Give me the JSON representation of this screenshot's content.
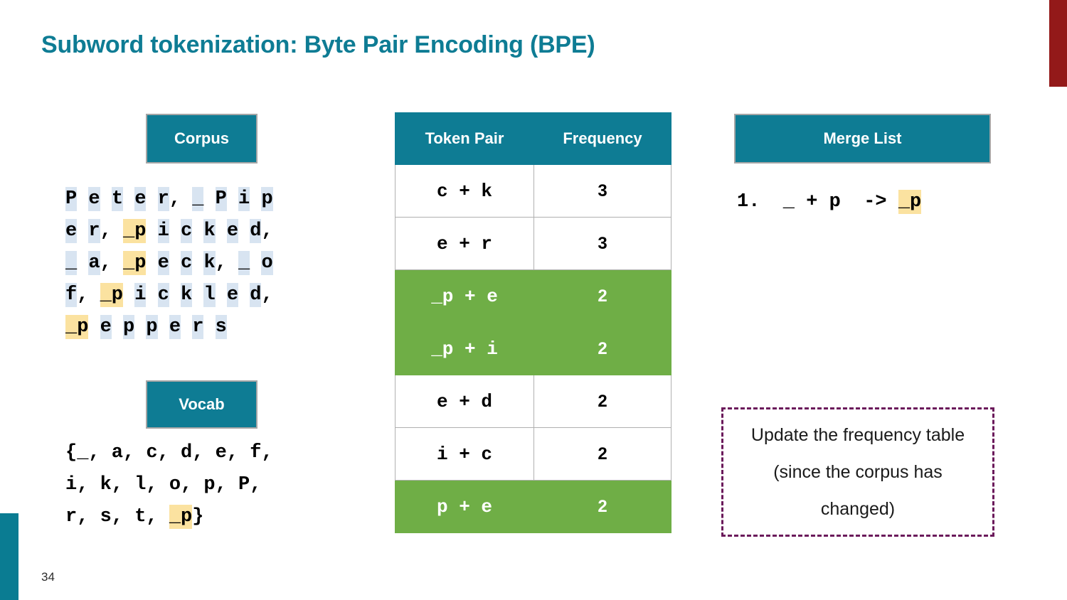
{
  "slide": {
    "title": "Subword tokenization: Byte Pair Encoding (BPE)",
    "page_number": "34",
    "accent_teal": "#0E7C94",
    "accent_red": "#931919",
    "highlight_blue": "#D8E4F1",
    "highlight_yellow": "#FBE2A0",
    "row_green": "#6FAE46",
    "note_border": "#6B1A5B"
  },
  "corpus": {
    "header": "Corpus",
    "lines": [
      [
        {
          "t": "P",
          "h": "blue"
        },
        {
          "t": " ",
          "h": "none"
        },
        {
          "t": "e",
          "h": "blue"
        },
        {
          "t": " ",
          "h": "none"
        },
        {
          "t": "t",
          "h": "blue"
        },
        {
          "t": " ",
          "h": "none"
        },
        {
          "t": "e",
          "h": "blue"
        },
        {
          "t": " ",
          "h": "none"
        },
        {
          "t": "r",
          "h": "blue"
        },
        {
          "t": ", ",
          "h": "none"
        },
        {
          "t": "_",
          "h": "blue"
        },
        {
          "t": " ",
          "h": "none"
        },
        {
          "t": "P",
          "h": "blue"
        },
        {
          "t": " ",
          "h": "none"
        },
        {
          "t": "i",
          "h": "blue"
        },
        {
          "t": " ",
          "h": "none"
        },
        {
          "t": "p",
          "h": "blue"
        }
      ],
      [
        {
          "t": "e",
          "h": "blue"
        },
        {
          "t": " ",
          "h": "none"
        },
        {
          "t": "r",
          "h": "blue"
        },
        {
          "t": ", ",
          "h": "none"
        },
        {
          "t": "_p",
          "h": "yellow"
        },
        {
          "t": " ",
          "h": "none"
        },
        {
          "t": "i",
          "h": "blue"
        },
        {
          "t": " ",
          "h": "none"
        },
        {
          "t": "c",
          "h": "blue"
        },
        {
          "t": " ",
          "h": "none"
        },
        {
          "t": "k",
          "h": "blue"
        },
        {
          "t": " ",
          "h": "none"
        },
        {
          "t": "e",
          "h": "blue"
        },
        {
          "t": " ",
          "h": "none"
        },
        {
          "t": "d",
          "h": "blue"
        },
        {
          "t": ",",
          "h": "none"
        }
      ],
      [
        {
          "t": "_",
          "h": "blue"
        },
        {
          "t": " ",
          "h": "none"
        },
        {
          "t": "a",
          "h": "blue"
        },
        {
          "t": ", ",
          "h": "none"
        },
        {
          "t": "_p",
          "h": "yellow"
        },
        {
          "t": " ",
          "h": "none"
        },
        {
          "t": "e",
          "h": "blue"
        },
        {
          "t": " ",
          "h": "none"
        },
        {
          "t": "c",
          "h": "blue"
        },
        {
          "t": " ",
          "h": "none"
        },
        {
          "t": "k",
          "h": "blue"
        },
        {
          "t": ", ",
          "h": "none"
        },
        {
          "t": "_",
          "h": "blue"
        },
        {
          "t": " ",
          "h": "none"
        },
        {
          "t": "o",
          "h": "blue"
        }
      ],
      [
        {
          "t": "f",
          "h": "blue"
        },
        {
          "t": ", ",
          "h": "none"
        },
        {
          "t": "_p",
          "h": "yellow"
        },
        {
          "t": " ",
          "h": "none"
        },
        {
          "t": "i",
          "h": "blue"
        },
        {
          "t": " ",
          "h": "none"
        },
        {
          "t": "c",
          "h": "blue"
        },
        {
          "t": " ",
          "h": "none"
        },
        {
          "t": "k",
          "h": "blue"
        },
        {
          "t": " ",
          "h": "none"
        },
        {
          "t": "l",
          "h": "blue"
        },
        {
          "t": " ",
          "h": "none"
        },
        {
          "t": "e",
          "h": "blue"
        },
        {
          "t": " ",
          "h": "none"
        },
        {
          "t": "d",
          "h": "blue"
        },
        {
          "t": ",",
          "h": "none"
        }
      ],
      [
        {
          "t": "_p",
          "h": "yellow"
        },
        {
          "t": " ",
          "h": "none"
        },
        {
          "t": "e",
          "h": "blue"
        },
        {
          "t": " ",
          "h": "none"
        },
        {
          "t": "p",
          "h": "blue"
        },
        {
          "t": " ",
          "h": "none"
        },
        {
          "t": "p",
          "h": "blue"
        },
        {
          "t": " ",
          "h": "none"
        },
        {
          "t": "e",
          "h": "blue"
        },
        {
          "t": " ",
          "h": "none"
        },
        {
          "t": "r",
          "h": "blue"
        },
        {
          "t": " ",
          "h": "none"
        },
        {
          "t": "s",
          "h": "blue"
        }
      ]
    ]
  },
  "vocab": {
    "header": "Vocab",
    "lines": [
      [
        {
          "t": "{_, a, c, d, e, f,",
          "h": "none"
        }
      ],
      [
        {
          "t": "i, k, l, o, p, P,",
          "h": "none"
        }
      ],
      [
        {
          "t": "r, s, t, ",
          "h": "none"
        },
        {
          "t": "_p",
          "h": "yellow"
        },
        {
          "t": "}",
          "h": "none"
        }
      ]
    ],
    "full_text": "{_, a, c, d, e, f, i, k, l, o, p, P, r, s, t, _p}"
  },
  "frequency_table": {
    "columns": [
      "Token Pair",
      "Frequency"
    ],
    "rows": [
      {
        "pair": "c + k",
        "freq": "3",
        "highlighted": false
      },
      {
        "pair": "e + r",
        "freq": "3",
        "highlighted": false
      },
      {
        "pair": "_p + e",
        "freq": "2",
        "highlighted": true
      },
      {
        "pair": "_p + i",
        "freq": "2",
        "highlighted": true
      },
      {
        "pair": "e + d",
        "freq": "2",
        "highlighted": false
      },
      {
        "pair": "i + c",
        "freq": "2",
        "highlighted": false
      },
      {
        "pair": "p + e",
        "freq": "2",
        "highlighted": true
      }
    ]
  },
  "merge_list": {
    "header": "Merge List",
    "entries": [
      [
        {
          "t": "1.  _ + p  -> ",
          "h": "none"
        },
        {
          "t": "_p",
          "h": "yellow"
        }
      ]
    ],
    "entries_text": [
      "1.  _ + p  -> _p"
    ]
  },
  "note": {
    "text": "Update the frequency table (since the corpus has changed)"
  }
}
